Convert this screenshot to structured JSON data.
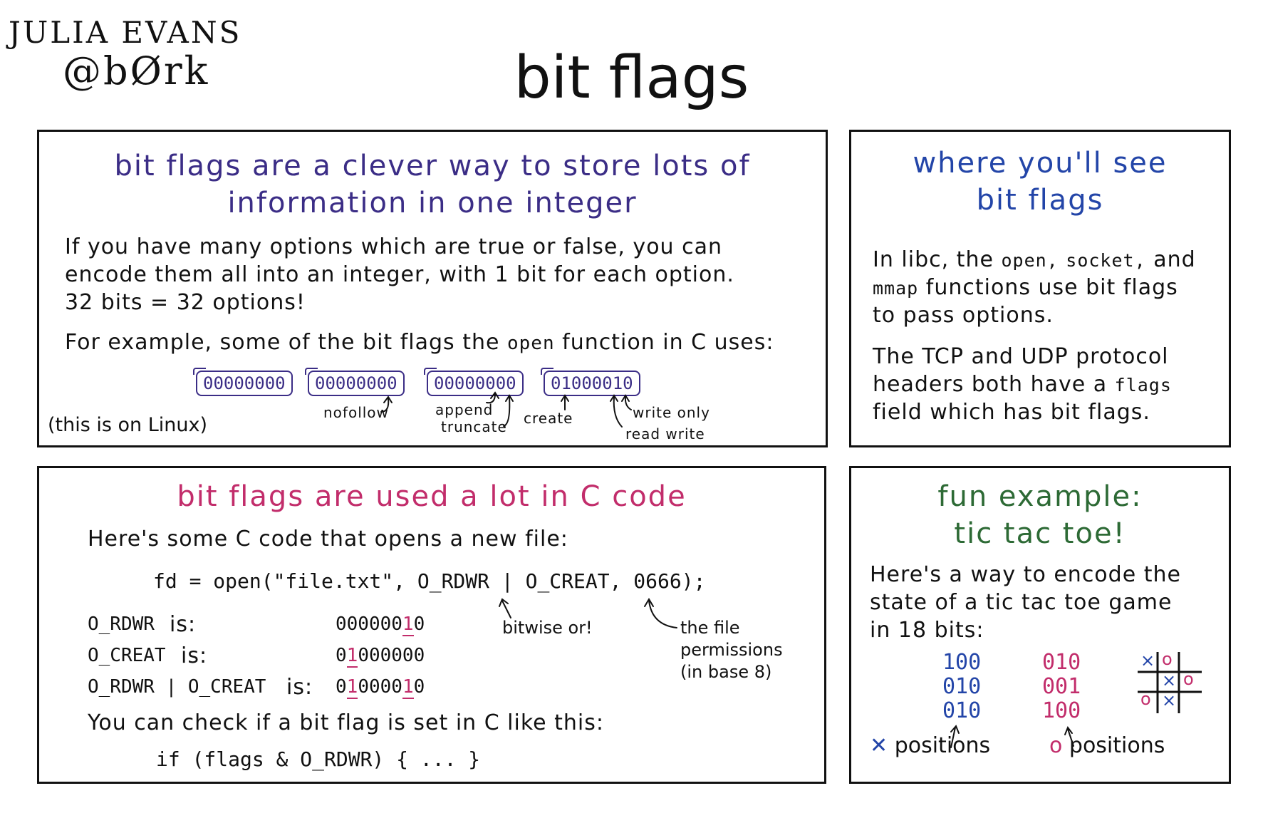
{
  "author": {
    "name": "JULIA EVANS",
    "handle": "@bØrk"
  },
  "title": "bit flags",
  "panel_intro": {
    "heading_line1": "bit flags are a clever way to store lots of",
    "heading_line2": "information in one integer",
    "para_line1": "If you have many options which are true or false, you can",
    "para_line2": "encode them all into an integer, with 1 bit for each option.",
    "para_line3": "32 bits = 32 options!",
    "example_prefix": "For example, some of the bit flags the",
    "example_code": "open",
    "example_suffix": "function in C uses:",
    "bytes": [
      "00000000",
      "00000000",
      "00000000",
      "01000010"
    ],
    "labels": {
      "nofollow": "nofollow",
      "append": "append",
      "truncate": "truncate",
      "create": "create",
      "write_only": "write only",
      "read_write": "read write"
    },
    "note": "(this is on Linux)"
  },
  "panel_where": {
    "heading_line1": "where you'll see",
    "heading_line2": "bit flags",
    "p1_a": "In libc, the",
    "p1_open": "open,",
    "p1_socket": "socket,",
    "p1_and": "and",
    "p1_mmap": "mmap",
    "p1_b": "functions use bit flags",
    "p1_c": "to pass options.",
    "p2_a": "The TCP and UDP protocol",
    "p2_b": "headers both have a",
    "p2_flags": "flags",
    "p2_c": "field which has bit flags."
  },
  "panel_c": {
    "heading": "bit flags are used a lot in C code",
    "intro": "Here's some C code that opens a new file:",
    "code": "fd = open(\"file.txt\", O_RDWR | O_CREAT, 0666);",
    "bitwise_note": "bitwise or!",
    "perm_note_1": "the file",
    "perm_note_2": "permissions",
    "perm_note_3": "(in base 8)",
    "rows": [
      {
        "name": "O_RDWR",
        "is": "is:",
        "pre": "000000",
        "hl1": "1",
        "mid": "",
        "hl2": "",
        "post": "0"
      },
      {
        "name": "O_CREAT",
        "is": "is:",
        "pre": "0",
        "hl1": "1",
        "mid": "000000",
        "hl2": "",
        "post": ""
      },
      {
        "name": "O_RDWR | O_CREAT",
        "is": "is:",
        "pre": "0",
        "hl1": "1",
        "mid": "0000",
        "hl2": "1",
        "post": "0"
      }
    ],
    "check_text": "You can check if a bit flag is set in C like this:",
    "check_code": "if (flags & O_RDWR) { ... }"
  },
  "panel_ttt": {
    "heading_line1": "fun example:",
    "heading_line2": "tic tac toe!",
    "para_line1": "Here's a way to encode the",
    "para_line2": "state of a tic tac toe game",
    "para_line3": "in 18 bits:",
    "x_bits": [
      "100",
      "010",
      "010"
    ],
    "o_bits": [
      "010",
      "001",
      "100"
    ],
    "x_label": "positions",
    "o_label": "positions",
    "board": [
      [
        "×",
        "o",
        ""
      ],
      [
        "",
        "×",
        "o"
      ],
      [
        "o",
        "×",
        ""
      ]
    ]
  },
  "colors": {
    "purple": "#3b2d86",
    "blue": "#2345a8",
    "pink": "#c22d6b",
    "green": "#2d6a35"
  }
}
